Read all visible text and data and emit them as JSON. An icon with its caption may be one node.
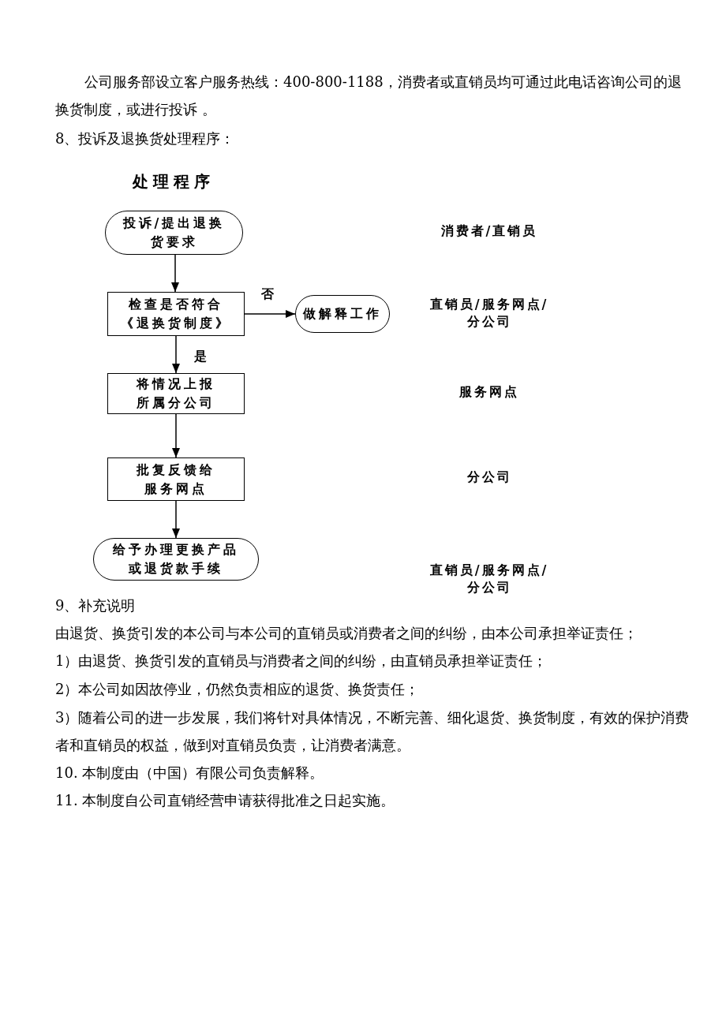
{
  "diagram": {
    "title": "处理程序",
    "nodes": [
      {
        "text": [
          "投诉/提出退换货要求"
        ]
      },
      {
        "text": [
          "检查是否符合《退换货制度》"
        ]
      },
      {
        "text": [
          "做解释工作"
        ]
      },
      {
        "text": [
          "将情况上报所属分公司"
        ]
      },
      {
        "text": [
          "批复反馈给服务网点"
        ]
      },
      {
        "text": [
          "给予办理更换产品或退货款手续"
        ]
      }
    ],
    "edges": [
      {
        "from": 0,
        "to": 1,
        "arrow": "to"
      },
      {
        "from": 1,
        "to": 2,
        "arrow": "to",
        "label": "否"
      },
      {
        "from": 1,
        "to": 3,
        "arrow": "to",
        "label": "是"
      },
      {
        "from": 3,
        "to": 4,
        "arrow": "to"
      },
      {
        "from": 4,
        "to": 5,
        "arrow": "to"
      }
    ],
    "labels": [
      "公司服务部设立客户服务热线：400-800-1188，消费者或直销员均可通过此电话咨询公司的退换货制度，或进行投诉 。",
      "8、投诉及退换货处理程序：",
      "消费者/直销员",
      "直销员/服务网点/分公司",
      "服务网点",
      "分公司",
      "直销员/服务网点/分公司",
      "9、补充说明",
      "由退货、换货引发的本公司与本公司的直销员或消费者之间的纠纷，由本公司承担举证责任；",
      "1）由退货、换货引发的直销员与消费者之间的纠纷，由直销员承担举证责任；",
      "2）本公司如因故停业，仍然负责相应的退货、换货责任；",
      "3）随着公司的进一步发展，我们将针对具体情况，不断完善、细化退货、换货制度，有效的保护消费者和直销员的权益，做到对直销员负责，让消费者满意。",
      "10. 本制度由（中国）有限公司负责解释。",
      "11. 本制度自公司直销经营申请获得批准之日起实施。"
    ]
  }
}
